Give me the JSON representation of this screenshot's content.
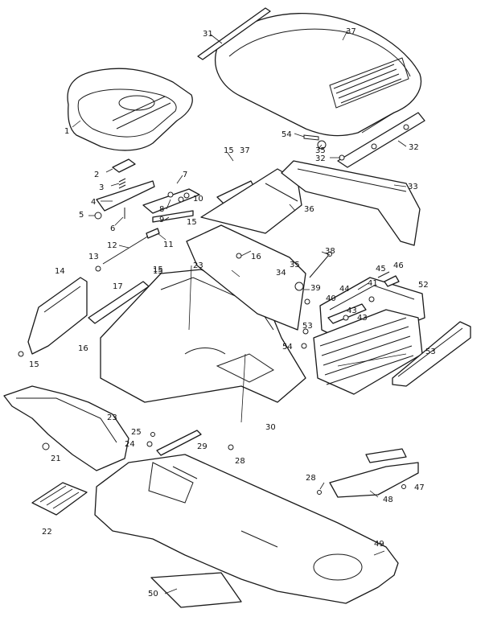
{
  "diagram": {
    "callouts": [
      {
        "id": "1",
        "label": "1"
      },
      {
        "id": "2",
        "label": "2"
      },
      {
        "id": "3",
        "label": "3"
      },
      {
        "id": "4",
        "label": "4"
      },
      {
        "id": "5",
        "label": "5"
      },
      {
        "id": "6",
        "label": "6"
      },
      {
        "id": "7",
        "label": "7"
      },
      {
        "id": "8",
        "label": "8"
      },
      {
        "id": "9",
        "label": "9"
      },
      {
        "id": "10",
        "label": "10"
      },
      {
        "id": "11",
        "label": "11"
      },
      {
        "id": "12",
        "label": "12"
      },
      {
        "id": "13",
        "label": "13"
      },
      {
        "id": "14",
        "label": "14"
      },
      {
        "id": "15a",
        "label": "15"
      },
      {
        "id": "15b",
        "label": "15"
      },
      {
        "id": "15c",
        "label": "15"
      },
      {
        "id": "15d",
        "label": "15"
      },
      {
        "id": "15e",
        "label": "15"
      },
      {
        "id": "16a",
        "label": "16"
      },
      {
        "id": "16b",
        "label": "16"
      },
      {
        "id": "17",
        "label": "17"
      },
      {
        "id": "21",
        "label": "21"
      },
      {
        "id": "22",
        "label": "22"
      },
      {
        "id": "23a",
        "label": "23"
      },
      {
        "id": "23b",
        "label": "23"
      },
      {
        "id": "24",
        "label": "24"
      },
      {
        "id": "25",
        "label": "25"
      },
      {
        "id": "28a",
        "label": "28"
      },
      {
        "id": "28b",
        "label": "28"
      },
      {
        "id": "29",
        "label": "29"
      },
      {
        "id": "30",
        "label": "30"
      },
      {
        "id": "31",
        "label": "31"
      },
      {
        "id": "32a",
        "label": "32"
      },
      {
        "id": "32b",
        "label": "32"
      },
      {
        "id": "33",
        "label": "33"
      },
      {
        "id": "34",
        "label": "34"
      },
      {
        "id": "35a",
        "label": "35"
      },
      {
        "id": "35b",
        "label": "35"
      },
      {
        "id": "36",
        "label": "36"
      },
      {
        "id": "37a",
        "label": "37"
      },
      {
        "id": "37b",
        "label": "37"
      },
      {
        "id": "38",
        "label": "38"
      },
      {
        "id": "39",
        "label": "39"
      },
      {
        "id": "40",
        "label": "40"
      },
      {
        "id": "41",
        "label": "41"
      },
      {
        "id": "43a",
        "label": "43"
      },
      {
        "id": "43b",
        "label": "43"
      },
      {
        "id": "44",
        "label": "44"
      },
      {
        "id": "45",
        "label": "45"
      },
      {
        "id": "46",
        "label": "46"
      },
      {
        "id": "47",
        "label": "47"
      },
      {
        "id": "48",
        "label": "48"
      },
      {
        "id": "49",
        "label": "49"
      },
      {
        "id": "50",
        "label": "50"
      },
      {
        "id": "52",
        "label": "52"
      },
      {
        "id": "53a",
        "label": "53"
      },
      {
        "id": "53b",
        "label": "53"
      },
      {
        "id": "54a",
        "label": "54"
      },
      {
        "id": "54b",
        "label": "54"
      }
    ]
  },
  "colors": {
    "line": "#1a1a1a",
    "background": "#ffffff"
  }
}
